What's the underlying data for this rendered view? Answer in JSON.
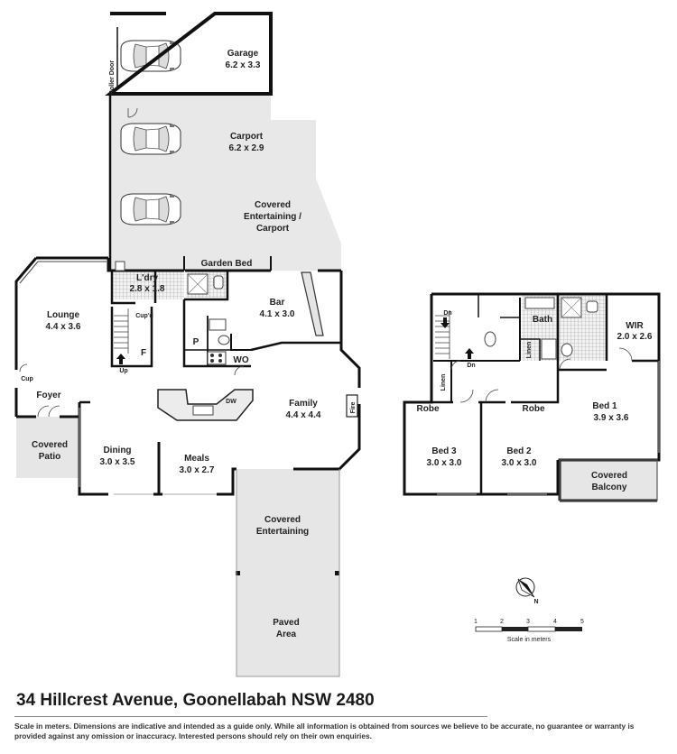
{
  "address": "34 Hillcrest Avenue, Goonellabah NSW 2480",
  "disclaimer": "Scale in meters. Dimensions are indicative and intended as a guide only. While all information is obtained from sources we believe to be accurate, no guarantee or warranty is provided against any omission or inaccuracy. Interested persons should rely on their own enquiries.",
  "colors": {
    "wall": "#111111",
    "covered": "#e6e6e6",
    "tile": "#bdbdbd",
    "paper": "#ffffff"
  },
  "rooms": {
    "garage": {
      "name": "Garage",
      "dims": "6.2 x 3.3"
    },
    "roller_door": "Roller Door",
    "carport": {
      "name": "Carport",
      "dims": "6.2 x 2.9"
    },
    "covered_entertaining_carport": {
      "l1": "Covered",
      "l2": "Entertaining /",
      "l3": "Carport"
    },
    "garden_bed": "Garden Bed",
    "laundry": {
      "name": "L'dry",
      "dims": "2.8 x 1.8"
    },
    "lounge": {
      "name": "Lounge",
      "dims": "4.4 x 3.6"
    },
    "cupd": "Cup'd",
    "cup": "Cup",
    "foyer": "Foyer",
    "covered_patio": {
      "l1": "Covered",
      "l2": "Patio"
    },
    "bar": {
      "name": "Bar",
      "dims": "4.1 x 3.0"
    },
    "p": "P",
    "f": "F",
    "wo": "WO",
    "up": "Up",
    "dw": "DW",
    "family": {
      "name": "Family",
      "dims": "4.4 x 4.4"
    },
    "fire": "Fire",
    "dining": {
      "name": "Dining",
      "dims": "3.0 x 3.5"
    },
    "meals": {
      "name": "Meals",
      "dims": "3.0 x 2.7"
    },
    "covered_entertaining": {
      "l1": "Covered",
      "l2": "Entertaining"
    },
    "paved_area": {
      "l1": "Paved",
      "l2": "Area"
    },
    "bath": "Bath",
    "linen": "Linen",
    "dn": "Dn",
    "wir": {
      "name": "WIR",
      "dims": "2.0 x 2.6"
    },
    "bed1": {
      "name": "Bed 1",
      "dims": "3.9 x 3.6"
    },
    "robe": "Robe",
    "bed3": {
      "name": "Bed 3",
      "dims": "3.0 x 3.0"
    },
    "bed2": {
      "name": "Bed 2",
      "dims": "3.0 x 3.0"
    },
    "covered_balcony": {
      "l1": "Covered",
      "l2": "Balcony"
    }
  },
  "compass": {
    "label": "N"
  },
  "scale": {
    "ticks": [
      "1",
      "2",
      "3",
      "4",
      "5"
    ],
    "caption": "Scale in meters"
  }
}
